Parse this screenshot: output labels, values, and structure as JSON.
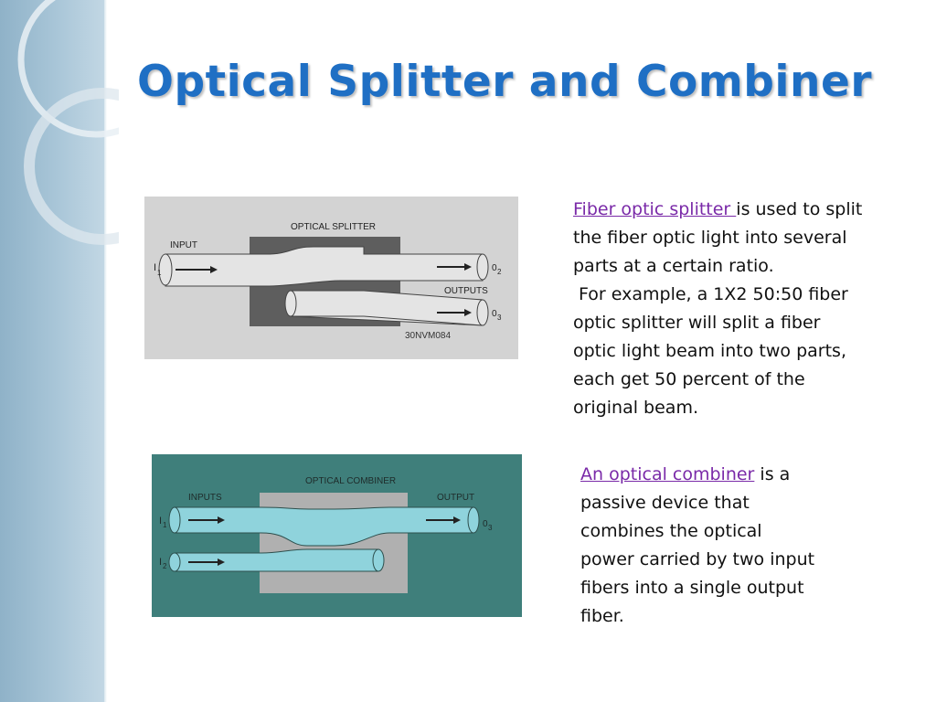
{
  "title": "Optical Splitter and Combiner",
  "splitter_diagram": {
    "heading": "OPTICAL SPLITTER",
    "input_label": "INPUT",
    "outputs_label": "OUTPUTS",
    "input_port": "I",
    "input_port_sub": "1",
    "output_port_1": "0",
    "output_port_1_sub": "2",
    "output_port_2": "0",
    "output_port_2_sub": "3",
    "code": "30NVM084"
  },
  "combiner_diagram": {
    "heading": "OPTICAL COMBINER",
    "inputs_label": "INPUTS",
    "output_label": "OUTPUT",
    "input_port_1": "I",
    "input_port_1_sub": "1",
    "input_port_2": "I",
    "input_port_2_sub": "2",
    "output_port": "0",
    "output_port_sub": "3"
  },
  "splitter_text": {
    "link": "Fiber optic splitter ",
    "line1_rest": "is used to split",
    "line2": "the fiber optic light into several",
    "line3": "parts at a certain ratio.",
    "line4": " For example, a 1X2 50:50 fiber",
    "line5": "optic splitter will split a fiber",
    "line6": "optic light beam into two parts,",
    "line7": "each get 50 percent of the",
    "line8": "original beam."
  },
  "combiner_text": {
    "link": "An optical combiner",
    "line1_rest": " is a",
    "line2": "passive device that",
    "line3": "combines the optical",
    "line4": "power carried by two input",
    "line5": "fibers into a single output",
    "line6": "fiber."
  },
  "colors": {
    "title": "#1f6fc4",
    "link": "#7a2aa8",
    "splitter_bg": "#d3d3d3",
    "combiner_bg": "#3f7f7b",
    "fiber_cyan": "#8fd3dc"
  }
}
